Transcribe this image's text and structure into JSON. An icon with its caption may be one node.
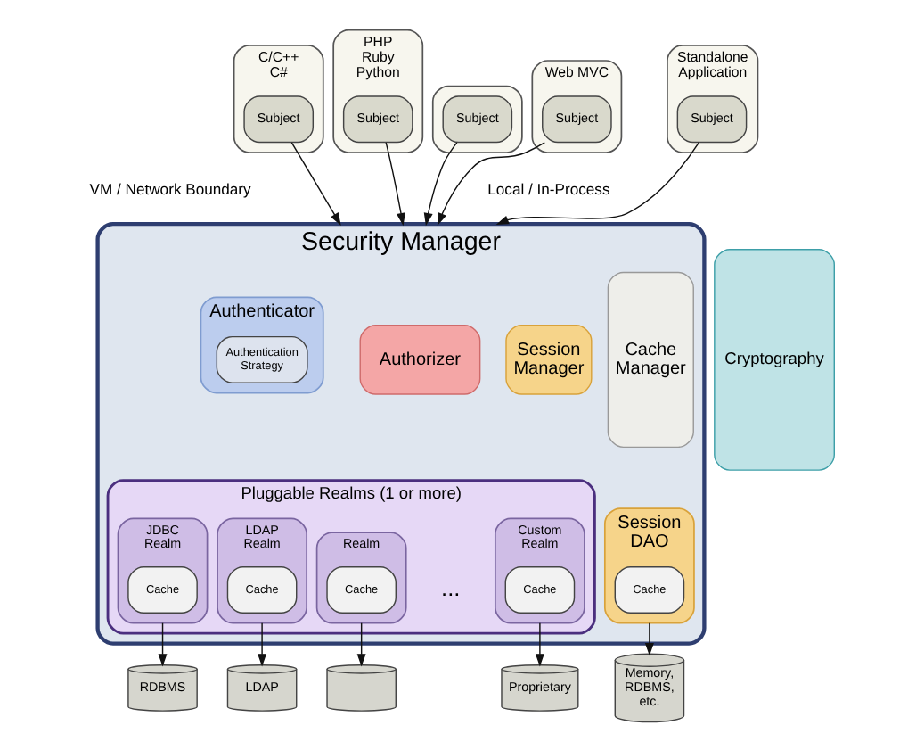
{
  "diagram": {
    "nodes": [
      {
        "text": [
          "C/C++ C#"
        ]
      },
      {
        "text": [
          "Subject"
        ],
        "in": 0
      },
      {
        "text": [
          "PHP Ruby Python"
        ]
      },
      {
        "text": [
          "Subject"
        ],
        "in": 2
      },
      {
        "text": [],
        "shape": "box"
      },
      {
        "text": [
          "Subject"
        ],
        "in": 4
      },
      {
        "text": [
          "Web MVC"
        ]
      },
      {
        "text": [
          "Subject"
        ],
        "in": 6
      },
      {
        "text": [
          "Standalone Application"
        ]
      },
      {
        "text": [
          "Subject"
        ],
        "in": 8
      },
      {
        "text": [
          "Security Manager"
        ]
      },
      {
        "text": [
          "Authenticator"
        ],
        "in": 10
      },
      {
        "text": [
          "Authentication Strategy"
        ],
        "in": 11
      },
      {
        "text": [
          "Authorizer"
        ],
        "in": 10
      },
      {
        "text": [
          "Session Manager"
        ],
        "in": 10
      },
      {
        "text": [
          "Cache Manager"
        ],
        "in": 10
      },
      {
        "text": [
          "Pluggable Realms (1 or more)"
        ],
        "in": 10
      },
      {
        "text": [
          "JDBC Realm"
        ],
        "in": 16
      },
      {
        "text": [
          "Cache"
        ],
        "in": 17
      },
      {
        "text": [
          "LDAP Realm"
        ],
        "in": 16
      },
      {
        "text": [
          "Cache"
        ],
        "in": 19
      },
      {
        "text": [
          "Realm"
        ],
        "in": 16
      },
      {
        "text": [
          "Cache"
        ],
        "in": 21
      },
      {
        "text": [
          "Custom Realm"
        ],
        "in": 16
      },
      {
        "text": [
          "Cache"
        ],
        "in": 23
      },
      {
        "text": [
          "Session DAO"
        ],
        "in": 10
      },
      {
        "text": [
          "Cache"
        ],
        "in": 25
      },
      {
        "text": [
          "Cryptography"
        ]
      },
      {
        "text": [
          "RDBMS"
        ]
      },
      {
        "text": [
          "LDAP"
        ]
      },
      {
        "text": [],
        "shape": "cylinder"
      },
      {
        "text": [
          "Proprietary"
        ]
      },
      {
        "text": [
          "Memory, RDBMS, etc."
        ]
      }
    ],
    "edges": [
      {
        "from": 1,
        "to": 10,
        "arrow": "to"
      },
      {
        "from": 3,
        "to": 10,
        "arrow": "to"
      },
      {
        "from": 5,
        "to": 10,
        "arrow": "to"
      },
      {
        "from": 7,
        "to": 10,
        "arrow": "to"
      },
      {
        "from": 9,
        "to": 10,
        "arrow": "to"
      },
      {
        "from": 17,
        "to": 28,
        "arrow": "to"
      },
      {
        "from": 19,
        "to": 29,
        "arrow": "to"
      },
      {
        "from": 21,
        "to": 30,
        "arrow": "to"
      },
      {
        "from": 23,
        "to": 31,
        "arrow": "to"
      },
      {
        "from": 25,
        "to": 32,
        "arrow": "to"
      }
    ],
    "labels": [
      "VM / Network Boundary",
      "Local / In-Process",
      "..."
    ]
  }
}
